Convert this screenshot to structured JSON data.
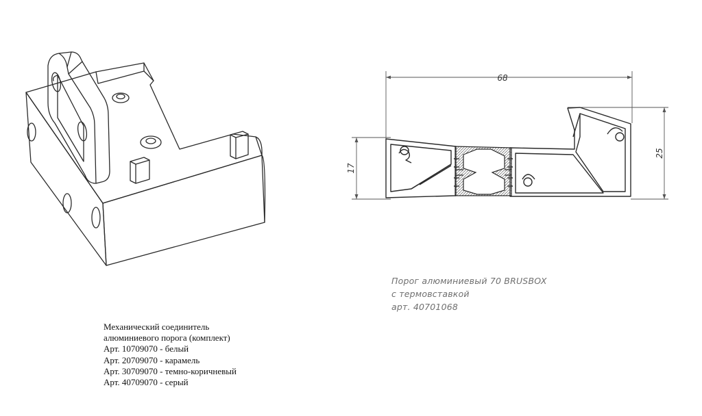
{
  "connector": {
    "lines": [
      "Механический соединитель",
      "алюминиевого порога (комплект)",
      "Арт. 10709070 - белый",
      "Арт. 20709070 - карамель",
      "Арт. 30709070 - темно-коричневый",
      "Арт. 40709070 - серый"
    ]
  },
  "profile": {
    "lines": [
      "Порог алюминиевый 70 BRUSBOX",
      "с термовставкой",
      "арт. 40701068"
    ],
    "dimensions": {
      "width": "68",
      "left_height": "17",
      "right_height": "25"
    }
  },
  "colors": {
    "line": "#2a2a2a",
    "dimension": "#555555",
    "caption_right": "#6f6f6f"
  }
}
